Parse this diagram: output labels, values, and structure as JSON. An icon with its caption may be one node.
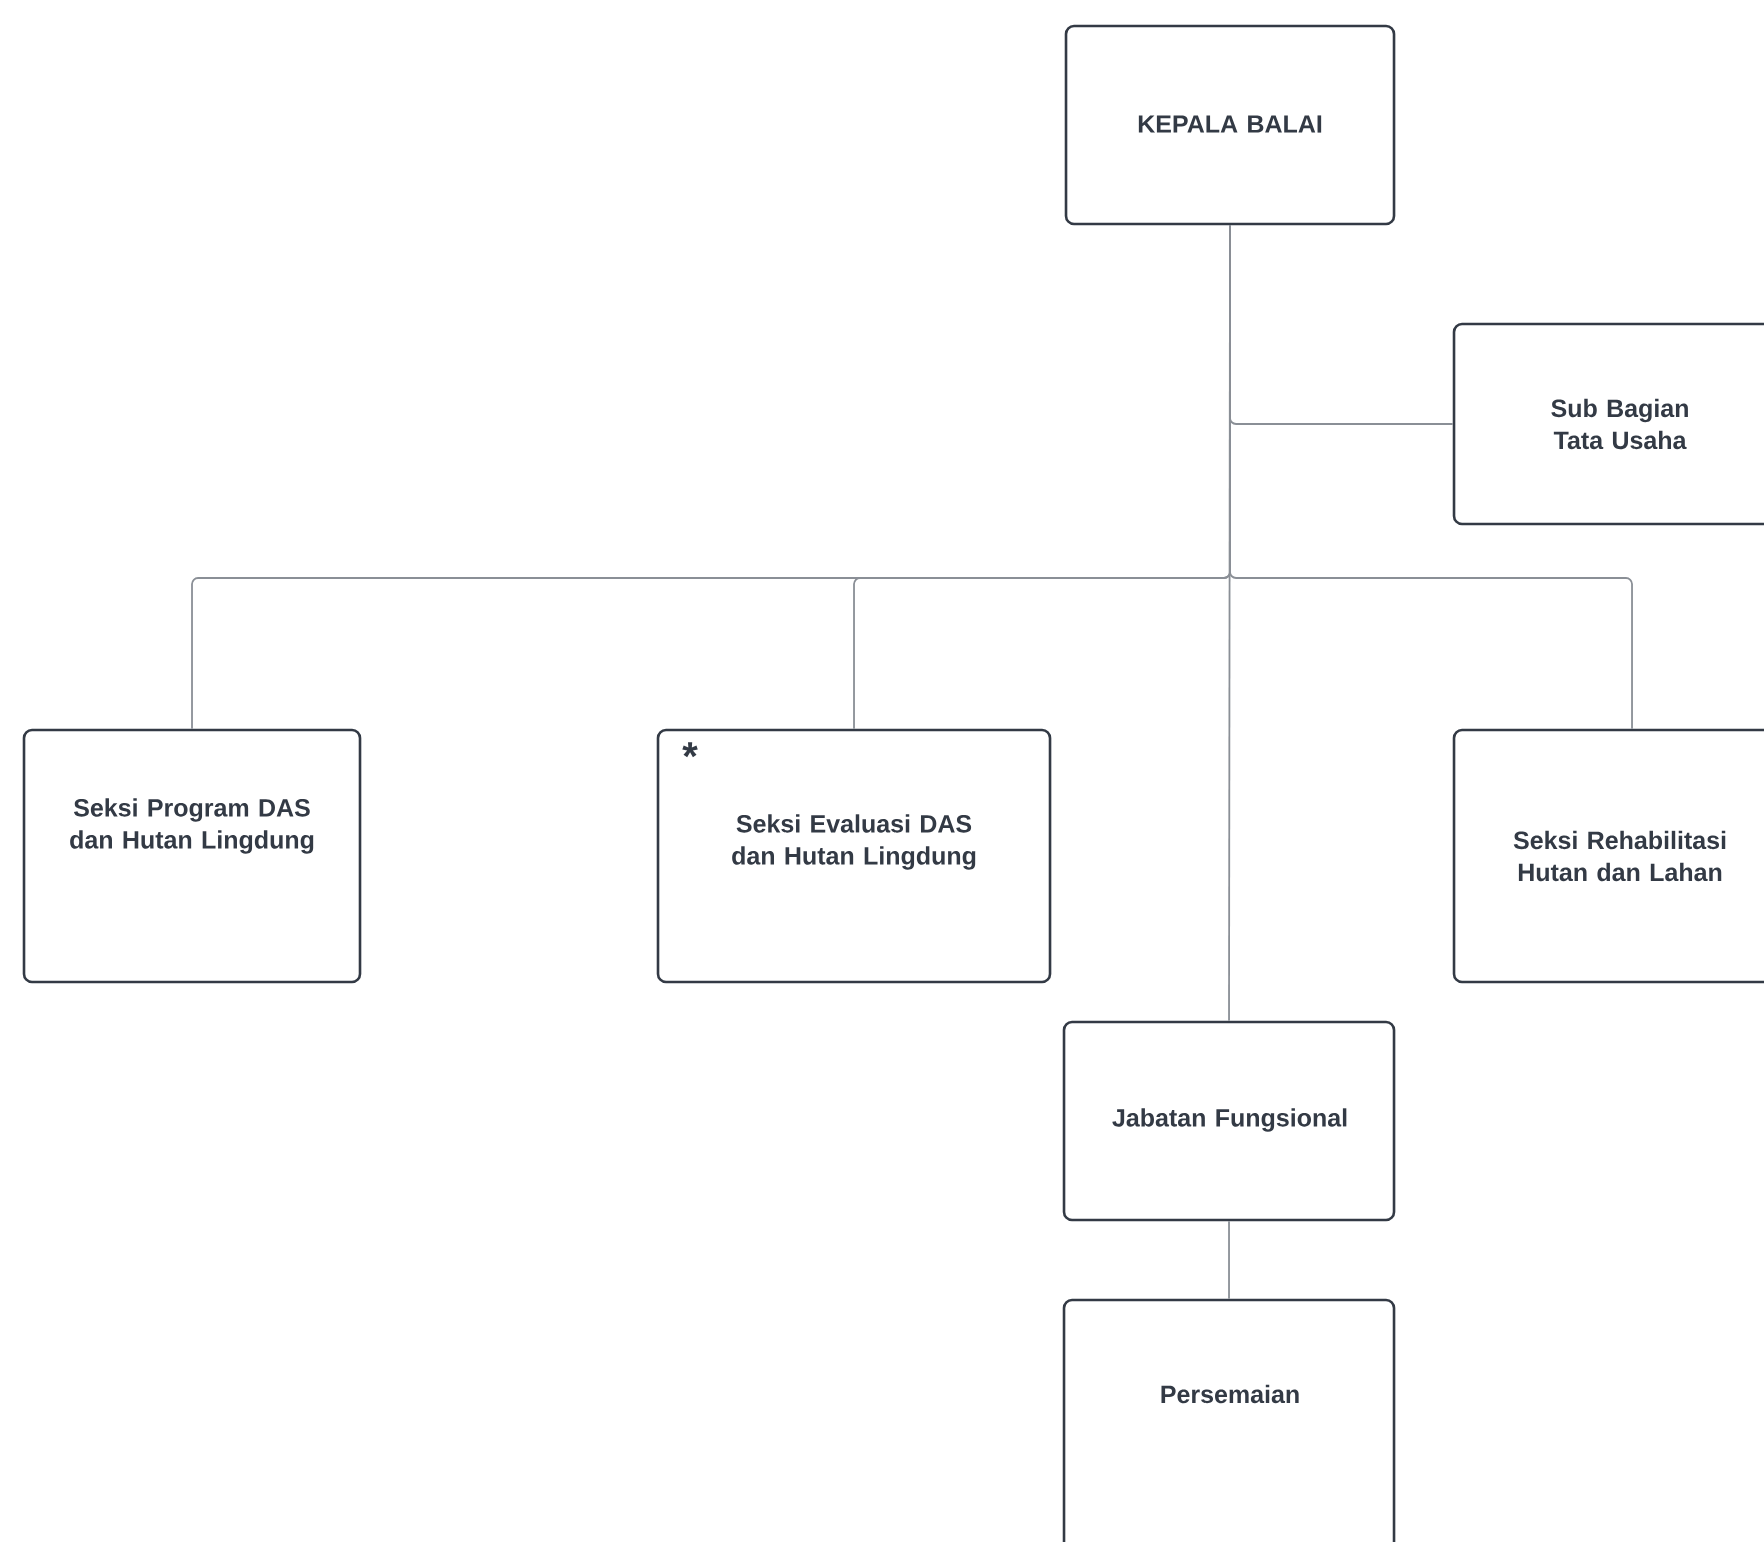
{
  "diagram": {
    "nodes": [
      {
        "text": [
          "KEPALA BALAI"
        ]
      },
      {
        "text": [
          "Sub Bagian Tata Usaha"
        ]
      },
      {
        "text": [
          "Seksi Program DAS dan Hutan Lingdung"
        ]
      },
      {
        "text": [
          "*",
          "Seksi Evaluasi DAS dan Hutan Lingdung"
        ]
      },
      {
        "text": [
          "Seksi Rehabilitasi Hutan dan Lahan"
        ]
      },
      {
        "text": [
          "Jabatan Fungsional"
        ]
      },
      {
        "text": [
          "Persemaian"
        ]
      }
    ],
    "edges": [
      {
        "from": 0,
        "to": 1,
        "arrow": "none"
      },
      {
        "from": 0,
        "to": 2,
        "arrow": "none"
      },
      {
        "from": 0,
        "to": 3,
        "arrow": "none"
      },
      {
        "from": 0,
        "to": 4,
        "arrow": "none"
      },
      {
        "from": 0,
        "to": 5,
        "arrow": "none"
      },
      {
        "from": 5,
        "to": 6,
        "arrow": "none"
      }
    ]
  }
}
